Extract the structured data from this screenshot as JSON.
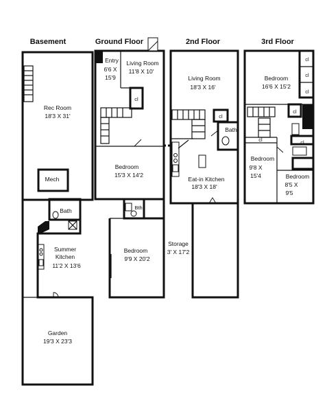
{
  "floors": {
    "basement": "Basement",
    "ground": "Ground Floor",
    "second": "2nd Floor",
    "third": "3rd Floor"
  },
  "basement": {
    "rec_room": {
      "name": "Rec Room",
      "dims": "18'3 X 31'"
    },
    "mech": "Mech",
    "bath": "Bath",
    "summer_kitchen": {
      "name1": "Summer",
      "name2": "Kitchen",
      "dims": "11'2 X 13'6"
    },
    "garden": {
      "name": "Garden",
      "dims": "19'3 X 23'3"
    }
  },
  "ground": {
    "entry": {
      "name": "Entry",
      "dim1": "6'6 X",
      "dim2": "15'9"
    },
    "living_room": {
      "name": "Living Room",
      "dims": "11'8 X 10'"
    },
    "closet": "cl",
    "bedroom_front": {
      "name": "Bedroom",
      "dims": "15'3 X 14'2"
    },
    "bath": "Bth",
    "bedroom_rear": {
      "name": "Bedroom",
      "dims": "9'9 X 20'2"
    },
    "storage": {
      "name": "Storage",
      "dims": "3' X 17'2"
    }
  },
  "second": {
    "living_room": {
      "name": "Living Room",
      "dims": "18'3 X 16'"
    },
    "closet": "cl",
    "bath": "Bath",
    "kitchen": {
      "name": "Eat-in Kitchen",
      "dims": "18'3 X 18'"
    }
  },
  "third": {
    "bedroom_front": {
      "name": "Bedroom",
      "dims": "16'6 X 15'2"
    },
    "closets": [
      "cl",
      "cl",
      "cl",
      "cl",
      "cl",
      "cl"
    ],
    "bedroom_mid": {
      "name": "Bedroom",
      "dim1": "9'8 X",
      "dim2": "15'4"
    },
    "bedroom_small": {
      "name": "Bedroom",
      "dim1": "8'5 X",
      "dim2": "9'5"
    }
  }
}
